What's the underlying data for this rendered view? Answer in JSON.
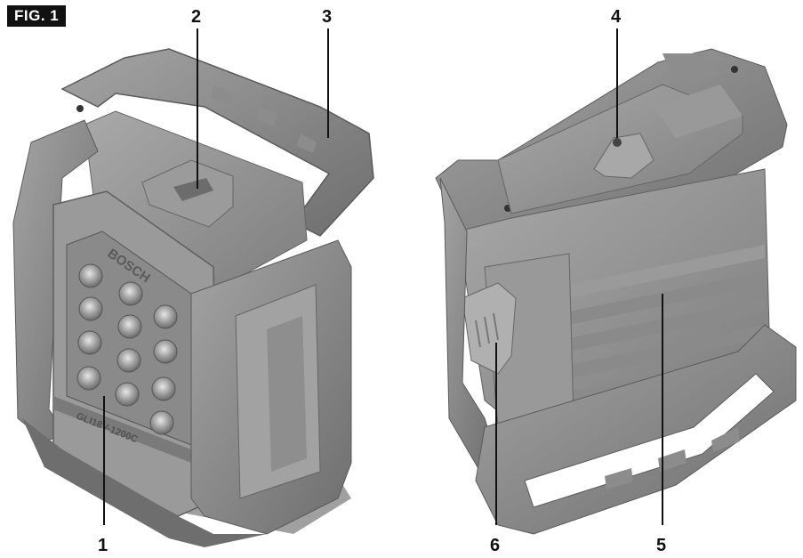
{
  "figure": {
    "tag": "FIG. 1"
  },
  "device": {
    "brand": "BOSCH",
    "model": "GLI18V-1200C"
  },
  "callouts": [
    "1",
    "2",
    "3",
    "4",
    "5",
    "6"
  ]
}
